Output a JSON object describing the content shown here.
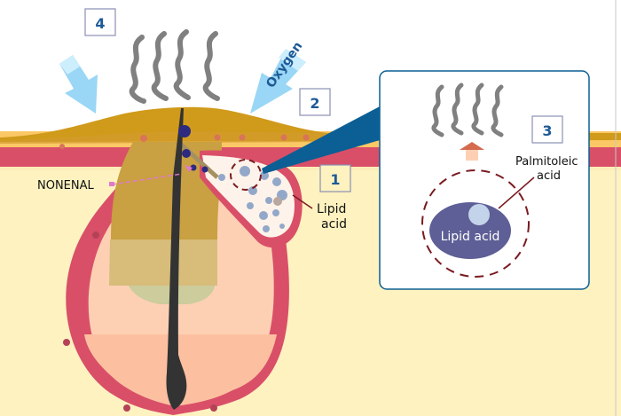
{
  "title": "Sebaceous gland lipid oxidation producing nonenal",
  "steps": [
    {
      "number": "1",
      "label_line1": "Lipid",
      "label_line2": "acid"
    },
    {
      "number": "2",
      "label_line1": "Oxygen"
    },
    {
      "number": "3",
      "label_line1": "Palmitoleic",
      "label_line2": "acid"
    },
    {
      "number": "4"
    }
  ],
  "labels": {
    "nonenal": "NONENAL",
    "oxygen": "Oxygen",
    "lipid_acid_line1": "Lipid",
    "lipid_acid_line2": "acid",
    "palmitoleic_line1": "Palmitoleic",
    "palmitoleic_line2": "acid",
    "inset_lipid": "Lipid acid"
  },
  "colors": {
    "skin_base": "#fdf2c0",
    "sebum_top": "#d09a1a",
    "yellow_layer": "#fbc866",
    "red_layer": "#d94f68",
    "follicle_inner": "#fdd0b4",
    "hair": "#333333",
    "accent_blue": "#0b5f94",
    "arrow_light_blue": "#9ad6f5",
    "odor_gray": "#808080",
    "lipid_dot": "#93a8c9",
    "inset_lipid": "#5e5f96"
  }
}
